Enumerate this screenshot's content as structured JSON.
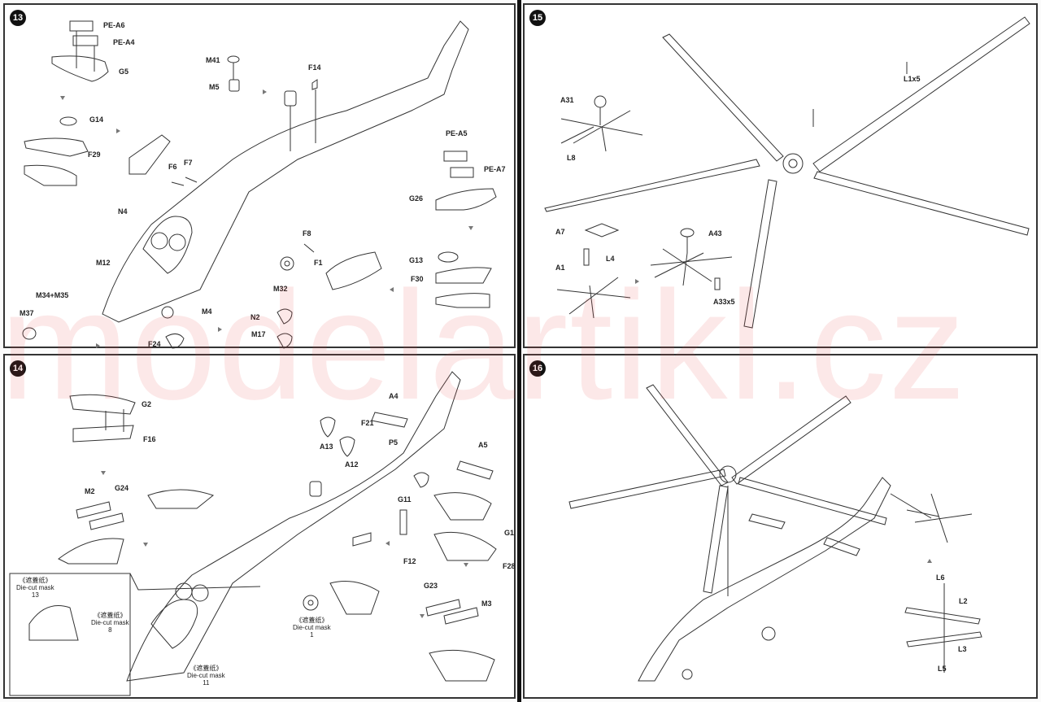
{
  "colors": {
    "line": "#333333",
    "accent": "#111111",
    "watermark": "#e65050"
  },
  "watermark": "modelartikl.cz",
  "step13": {
    "number": "13",
    "labels": {
      "pea6": "PE-A6",
      "pea4": "PE-A4",
      "g5": "G5",
      "g14": "G14",
      "f29": "F29",
      "m41": "M41",
      "m5": "M5",
      "f14": "F14",
      "f6": "F6",
      "f7": "F7",
      "n4": "N4",
      "m12": "M12",
      "f8": "F8",
      "f1": "F1",
      "m32": "M32",
      "m34m35": "M34+M35",
      "m37": "M37",
      "m4": "M4",
      "n2": "N2",
      "m17": "M17",
      "f24": "F24",
      "pea5": "PE-A5",
      "pea7": "PE-A7",
      "g26": "G26",
      "g13": "G13",
      "f30": "F30"
    }
  },
  "step14": {
    "number": "14",
    "labels": {
      "g2": "G2",
      "f16": "F16",
      "m2": "M2",
      "g24": "G24",
      "a4": "A4",
      "f21": "F21",
      "p5": "P5",
      "a13": "A13",
      "a12": "A12",
      "a5": "A5",
      "g11": "G11",
      "g1": "G1",
      "f12": "F12",
      "f28": "F28",
      "g23": "G23",
      "m3": "M3"
    },
    "masks": [
      {
        "cn": "《遮蓋纸》",
        "en": "Die-cut mask",
        "num": "13"
      },
      {
        "cn": "《遮蓋纸》",
        "en": "Die-cut mask",
        "num": "8"
      },
      {
        "cn": "《遮蓋纸》",
        "en": "Die-cut mask",
        "num": "1"
      },
      {
        "cn": "《遮蓋纸》",
        "en": "Die-cut mask",
        "num": "11"
      }
    ]
  },
  "step15": {
    "number": "15",
    "labels": {
      "a31": "A31",
      "l8": "L8",
      "l1x5": "L1x5",
      "a7": "A7",
      "l4": "L4",
      "a1": "A1",
      "a43": "A43",
      "a33x5": "A33x5"
    }
  },
  "step16": {
    "number": "16",
    "labels": {
      "l6": "L6",
      "l2": "L2",
      "l3": "L3",
      "l5": "L5"
    }
  }
}
